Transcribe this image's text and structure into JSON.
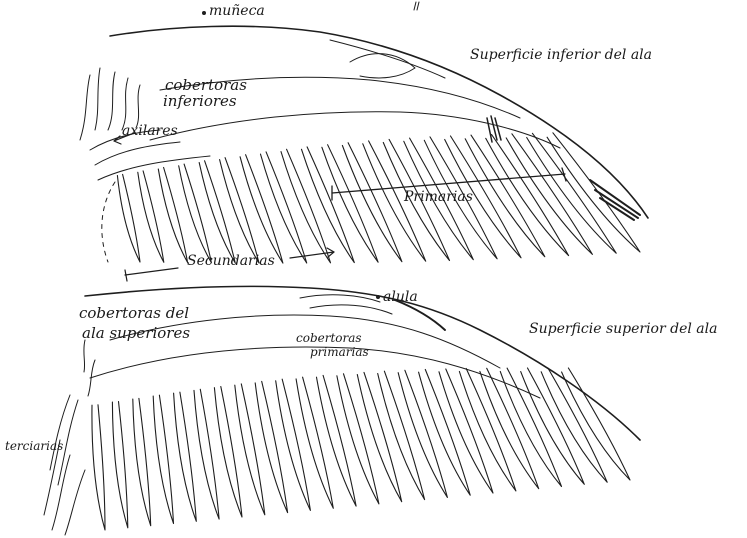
{
  "diagram": {
    "labels": {
      "muneca": "muñeca",
      "superficie_inferior": "Superficie inferior del ala",
      "cobertoras_inferiores_1": "cobertoras",
      "cobertoras_inferiores_2": "inferiores",
      "axilares": "axilares",
      "primarias": "Primarias",
      "secundarias": "Secundarias",
      "alula": "alula",
      "superficie_superior": "Superficie superior del ala",
      "cobertoras_superiores_1": "cobertoras del",
      "cobertoras_superiores_2": "ala superiores",
      "cobertoras_primarias_1": "cobertoras",
      "cobertoras_primarias_2": "primarias",
      "terciarias": "terciarias"
    }
  }
}
